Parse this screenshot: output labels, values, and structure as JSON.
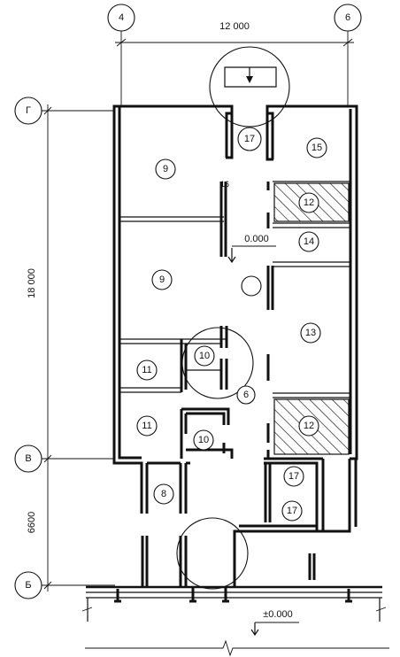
{
  "axes": {
    "col_4": "4",
    "col_6": "6",
    "row_g": "Г",
    "row_v": "В",
    "row_b": "Б"
  },
  "dimensions": {
    "top_span": "12 000",
    "left_upper": "18 000",
    "left_lower": "6600"
  },
  "levels": {
    "floor": "0.000",
    "ground": "±0.000"
  },
  "rooms": {
    "r17_entry": "17",
    "r15": "15",
    "r9_upper": "9",
    "r12_upper": "12",
    "r14": "14",
    "r9_lower": "9",
    "r13": "13",
    "r10_upper": "10",
    "r11_upper": "11",
    "r11_lower": "11",
    "r12_lower": "12",
    "r10_lower": "10",
    "r8": "8",
    "r17_a": "17",
    "r17_b": "17"
  },
  "callouts": {
    "detail_6": "6",
    "mark_16": "16"
  }
}
